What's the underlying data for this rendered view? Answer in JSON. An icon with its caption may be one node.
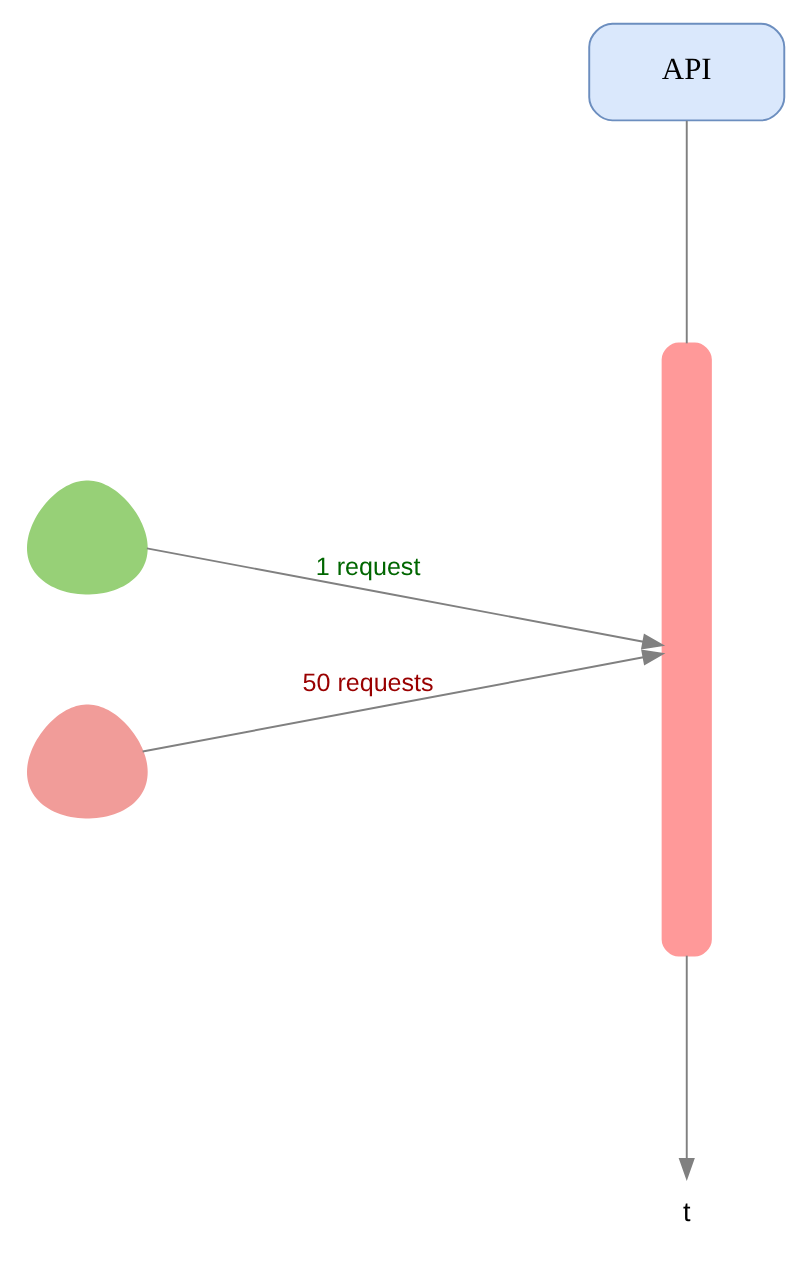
{
  "diagram": {
    "nodes": [
      {
        "text": [
          "API"
        ]
      },
      {
        "text": [],
        "shape": "bar"
      },
      {
        "text": [],
        "shape": "person"
      },
      {
        "text": [],
        "shape": "person"
      },
      {
        "text": [
          "t"
        ]
      }
    ],
    "edges": [
      {
        "from": 0,
        "to": 1,
        "arrow": "none"
      },
      {
        "from": 1,
        "to": 4,
        "arrow": "to"
      },
      {
        "from": 2,
        "to": 1,
        "label": "1 request",
        "arrow": "to"
      },
      {
        "from": 3,
        "to": 1,
        "label": "50 requests",
        "arrow": "to"
      }
    ]
  }
}
